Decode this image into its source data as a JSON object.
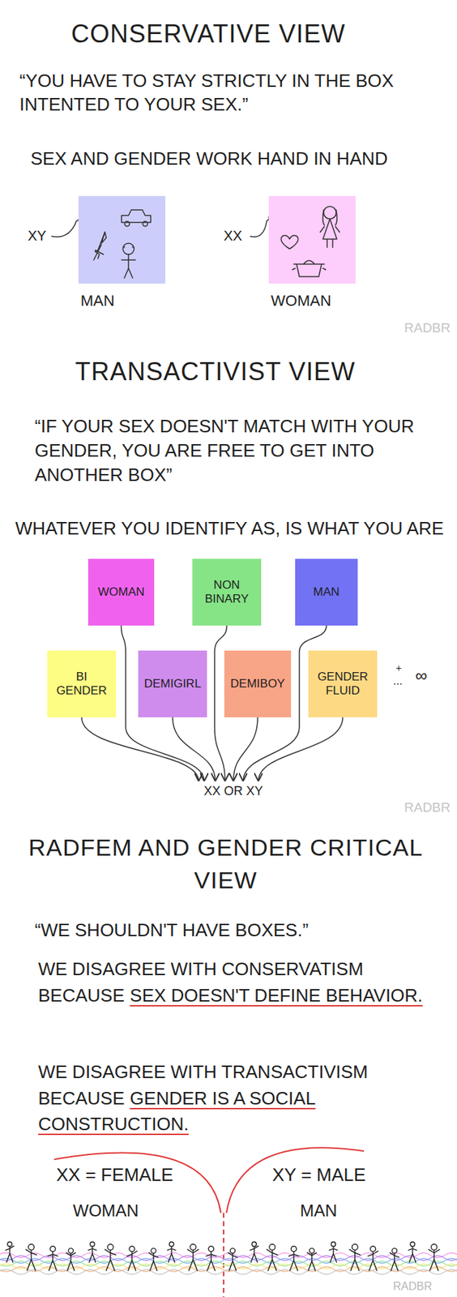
{
  "diagram": {
    "nodes": [
      {
        "text": [
          "MAN"
        ]
      },
      {
        "text": [
          "WOMAN"
        ]
      },
      {
        "text": [
          "WOMAN"
        ]
      },
      {
        "text": [
          "NON BINARY"
        ]
      },
      {
        "text": [
          "MAN"
        ]
      },
      {
        "text": [
          "BI GENDER"
        ]
      },
      {
        "text": [
          "DEMIGIRL"
        ]
      },
      {
        "text": [
          "DEMIBOY"
        ]
      },
      {
        "text": [
          "GENDER FLUID"
        ]
      },
      {
        "text": [
          "XX OR XY"
        ]
      }
    ],
    "edges": [
      {
        "from": 2,
        "to": 9,
        "arrow": "to"
      },
      {
        "from": 3,
        "to": 9,
        "arrow": "to"
      },
      {
        "from": 4,
        "to": 9,
        "arrow": "to"
      },
      {
        "from": 5,
        "to": 9,
        "arrow": "to"
      },
      {
        "from": 6,
        "to": 9,
        "arrow": "to"
      },
      {
        "from": 7,
        "to": 9,
        "arrow": "to"
      },
      {
        "from": 8,
        "to": 9,
        "arrow": "to"
      }
    ],
    "labels": [
      "CONSERVATIVE VIEW",
      "“YOU HAVE TO STAY STRICTLY IN THE BOX INTENTED TO YOUR SEX.”",
      "SEX AND GENDER WORK HAND IN HAND",
      "XY",
      "XX",
      "RADBR",
      "TRANSACTIVIST VIEW",
      "“IF YOUR SEX DOESN'T MATCH WITH YOUR GENDER, YOU ARE FREE TO GET INTO ANOTHER BOX”",
      "WHATEVER YOU IDENTIFY AS, IS WHAT YOU ARE",
      "+",
      "...",
      "∞",
      "RADBR",
      "RADFEM AND GENDER CRITICAL VIEW",
      "“WE SHOULDN'T HAVE BOXES.”",
      "WE DISAGREE WITH CONSERVATISM BECAUSE",
      "SEX DOESN'T DEFINE BEHAVIOR.",
      "WE DISAGREE WITH TRANSACTIVISM BECAUSE",
      "GENDER IS A SOCIAL CONSTRUCTION.",
      "XX = FEMALE",
      "WOMAN",
      "XY = MALE",
      "MAN",
      "RADBR"
    ]
  }
}
